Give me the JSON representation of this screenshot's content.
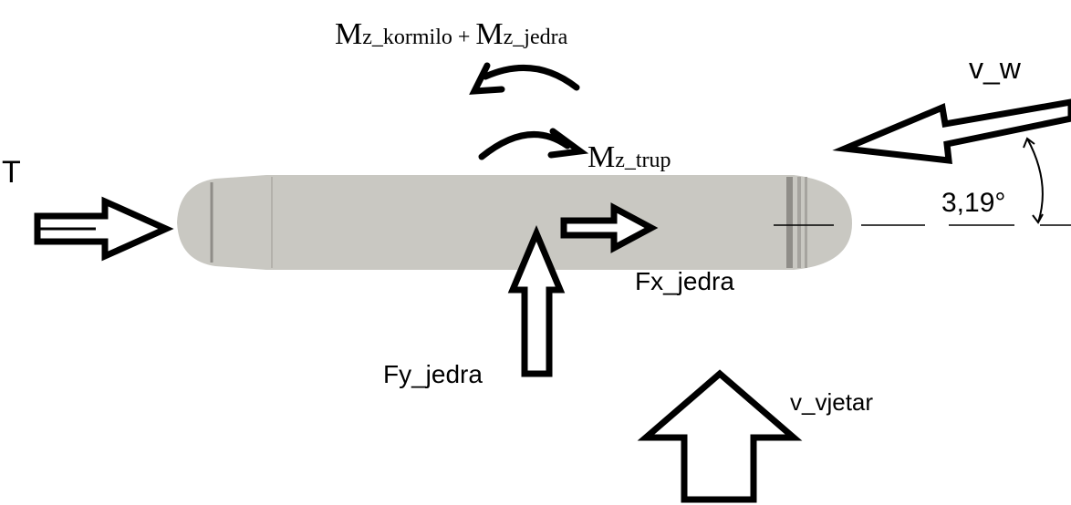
{
  "labels": {
    "thrust": "T",
    "yaw_moment_top_prefix": "M",
    "yaw_moment_top_part1": "z_kormilo + ",
    "yaw_moment_top_prefix2": "M",
    "yaw_moment_top_part2": "z_jedra",
    "hull_moment_prefix": "M",
    "hull_moment_part": "z_trup",
    "wind_velocity": "v_w",
    "wind_angle": "3,19°",
    "sail_force_x": "Fx_jedra",
    "sail_force_y": "Fy_jedra",
    "true_wind": "v_vjetar"
  },
  "colors": {
    "hull": "#c9c8c2",
    "hull_bands": "#8f8d88",
    "ink": "#000000",
    "background": "#ffffff"
  },
  "icons": {
    "thrust_arrow": "hollow-arrow-right",
    "sail_x_arrow": "hollow-arrow-right",
    "sail_y_arrow": "hollow-arrow-up",
    "wind_arrow": "hollow-arrow-left-down",
    "true_wind_arrow": "hollow-arrow-up-large",
    "moment_arrows": "curved-arrow"
  }
}
